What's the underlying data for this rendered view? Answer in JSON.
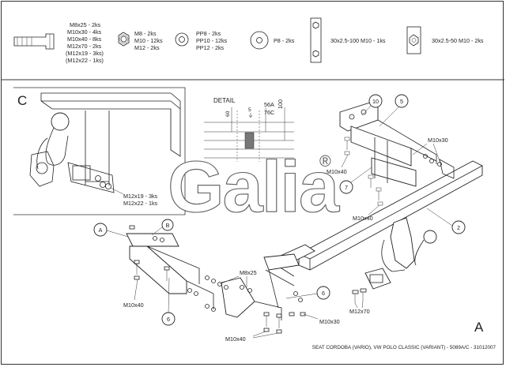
{
  "parts_header": {
    "bolt_list": [
      "M8x25 - 2ks",
      "M10x30 - 4ks",
      "M10x40 - 8ks",
      "M12x70 - 2ks",
      "(M12x19 - 3ks)",
      "(M12x22 - 1ks)"
    ],
    "nut_list": [
      "M8 - 2ks",
      "M10 - 12ks",
      "M12 - 2ks"
    ],
    "washer_list": [
      "PP8 - 2ks",
      "PP10 - 12ks",
      "PP12 - 2ks"
    ],
    "big_washer": "P8 - 2ks",
    "plate_100": "30x2.5-100 M10 - 1ks",
    "plate_50": "30x2.5-50 M10 - 2ks"
  },
  "inset": {
    "letter": "C",
    "bolts": [
      "M12x19 - 3ks",
      "M12x22 - 1ks"
    ]
  },
  "detail": {
    "label": "DETAIL",
    "dim_top_small": "5",
    "dim_top_large": "56A",
    "dim_mid": "76C",
    "dim_right": "100",
    "dim_left": "60"
  },
  "logo": {
    "text": "Galia",
    "mark": "®"
  },
  "callouts": {
    "a": "A",
    "b": "B",
    "n2": "2",
    "n5": "5",
    "n6a": "6",
    "n6b": "6",
    "n7": "7",
    "n10": "10"
  },
  "labels": {
    "m10x30_top": "M10x30",
    "m10x40_top": "M10x40",
    "m10x40_mid": "M10x40",
    "m10x40_left": "M10x40",
    "m8x25": "M8x25",
    "m10x30_bottom": "M10x30",
    "m10x40_bottom": "M10x40",
    "m12x70": "M12x70"
  },
  "view_letter": "A",
  "footer": "SEAT CORDOBA (VARIO), VW POLO CLASSIC (VARIANT) - 5089A/C - 31012007"
}
